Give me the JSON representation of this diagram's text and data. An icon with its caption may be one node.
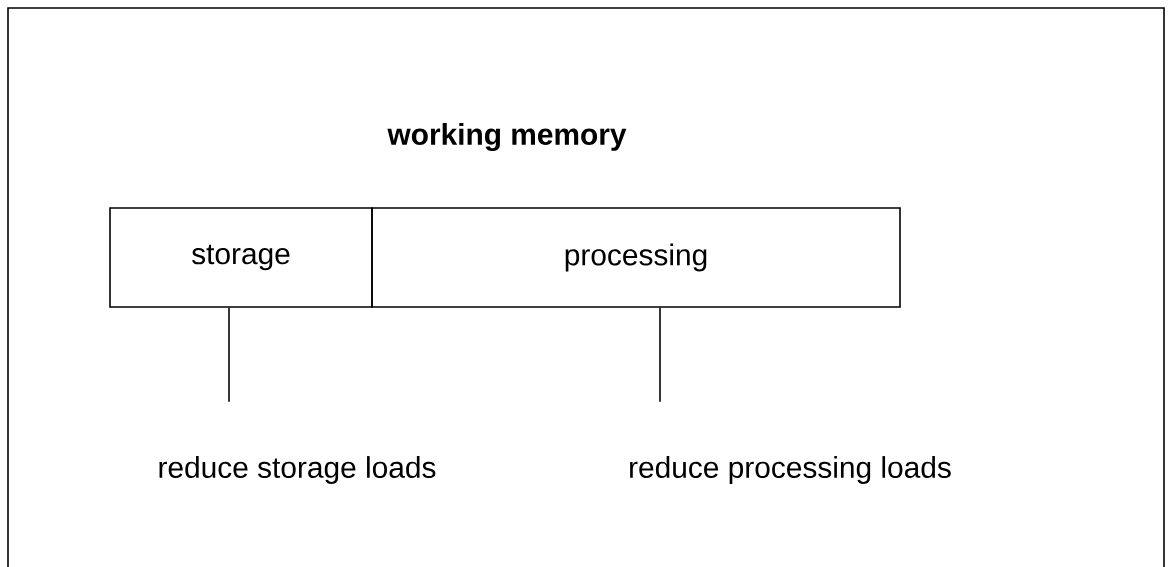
{
  "diagram": {
    "title": "working memory",
    "nodes": [
      {
        "text": [
          "storage"
        ]
      },
      {
        "text": [
          "processing"
        ]
      },
      {
        "text": [
          "reduce storage loads"
        ]
      },
      {
        "text": [
          "reduce processing loads"
        ]
      }
    ],
    "edges": [
      {
        "from": 0,
        "to": 2,
        "arrow": "none"
      },
      {
        "from": 1,
        "to": 3,
        "arrow": "none"
      }
    ]
  }
}
